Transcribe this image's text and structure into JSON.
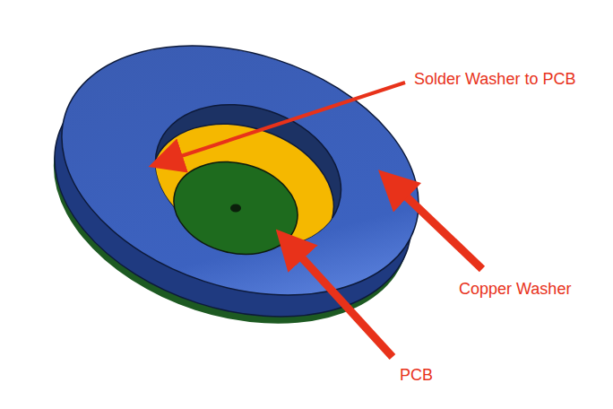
{
  "diagram": {
    "labels": [
      "Solder Washer to PCB",
      "Copper Washer",
      "PCB"
    ]
  }
}
